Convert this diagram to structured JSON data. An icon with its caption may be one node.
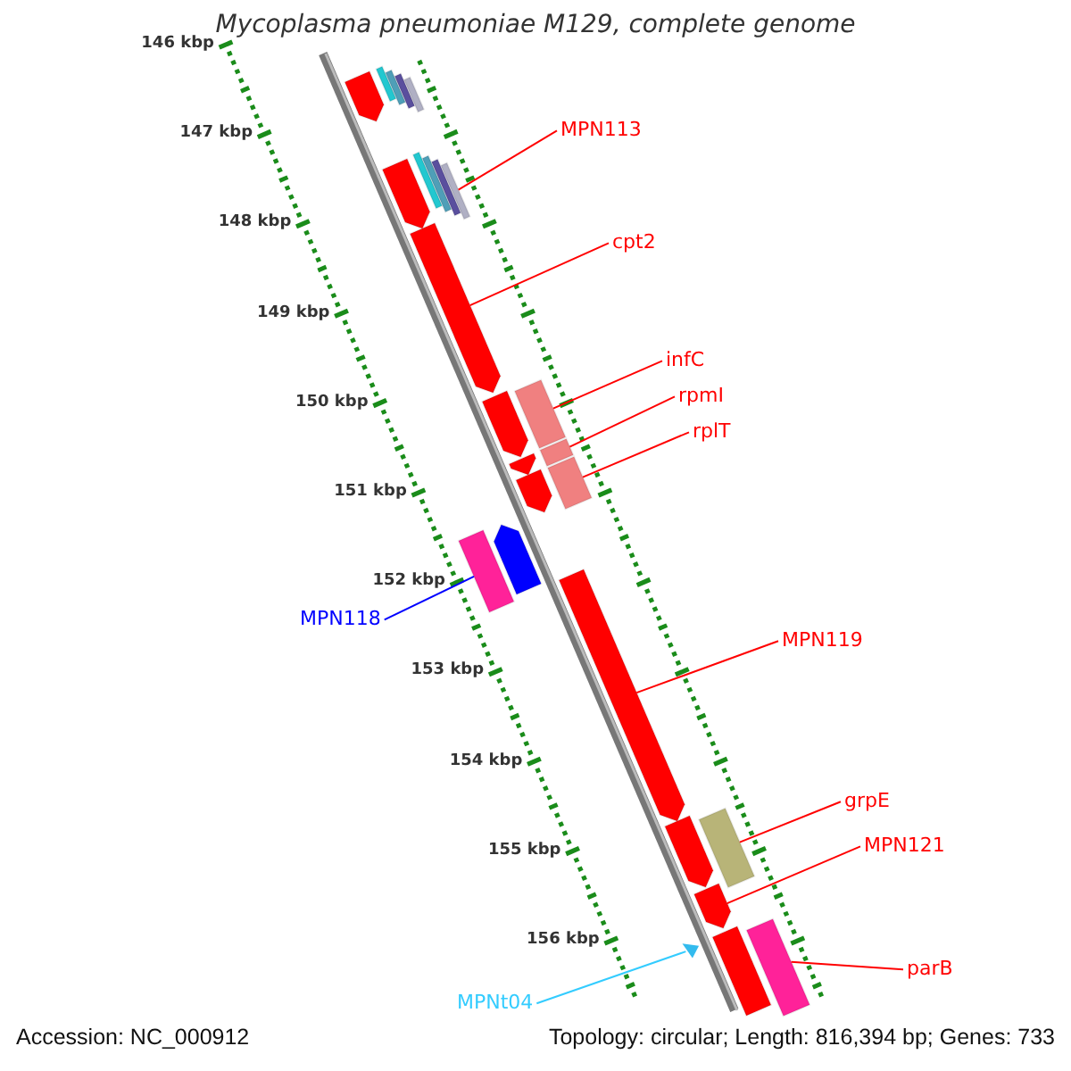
{
  "diagram": {
    "title": "Mycoplasma pneumoniae M129, complete genome",
    "nodes": [
      {
        "text": [
          "MPN113"
        ]
      },
      {
        "text": [],
        "shape": "bar"
      },
      {
        "text": [
          "cpt2"
        ]
      },
      {
        "text": [],
        "shape": "bar"
      },
      {
        "text": [
          "infC"
        ]
      },
      {
        "text": [],
        "shape": "bar"
      },
      {
        "text": [
          "rpmI"
        ]
      },
      {
        "text": [],
        "shape": "bar"
      },
      {
        "text": [
          "rplT"
        ]
      },
      {
        "text": [],
        "shape": "bar"
      },
      {
        "text": [
          "MPN118"
        ]
      },
      {
        "text": [],
        "shape": "bar"
      },
      {
        "text": [
          "MPN119"
        ]
      },
      {
        "text": [],
        "shape": "bar"
      },
      {
        "text": [
          "grpE"
        ]
      },
      {
        "text": [],
        "shape": "bar"
      },
      {
        "text": [
          "MPN121"
        ]
      },
      {
        "text": [],
        "shape": "bar"
      },
      {
        "text": [
          "parB"
        ]
      },
      {
        "text": [],
        "shape": "bar"
      },
      {
        "text": [
          "MPNt04"
        ]
      },
      {
        "text": [],
        "shape": "triangle"
      },
      {
        "text": [],
        "shape": "bar"
      },
      {
        "text": [],
        "shape": "bar"
      },
      {
        "text": [],
        "shape": "bar"
      },
      {
        "text": [],
        "shape": "bar"
      },
      {
        "text": [],
        "shape": "bar"
      },
      {
        "text": [],
        "shape": "bar"
      },
      {
        "text": [],
        "shape": "bar"
      },
      {
        "text": [],
        "shape": "bar"
      },
      {
        "text": [],
        "shape": "bar"
      },
      {
        "text": [],
        "shape": "bar"
      },
      {
        "text": [],
        "shape": "bar"
      },
      {
        "text": [],
        "shape": "bar"
      },
      {
        "text": [],
        "shape": "bar"
      },
      {
        "text": [],
        "shape": "bar"
      },
      {
        "text": [],
        "shape": "bar"
      }
    ],
    "edges": [
      {
        "from": 0,
        "to": 1,
        "arrow": "none"
      },
      {
        "from": 2,
        "to": 3,
        "arrow": "none"
      },
      {
        "from": 4,
        "to": 5,
        "arrow": "none"
      },
      {
        "from": 6,
        "to": 7,
        "arrow": "none"
      },
      {
        "from": 8,
        "to": 9,
        "arrow": "none"
      },
      {
        "from": 10,
        "to": 11,
        "arrow": "none",
        "color": "#0000ff"
      },
      {
        "from": 12,
        "to": 13,
        "arrow": "none"
      },
      {
        "from": 14,
        "to": 15,
        "arrow": "none"
      },
      {
        "from": 16,
        "to": 17,
        "arrow": "none"
      },
      {
        "from": 18,
        "to": 19,
        "arrow": "none"
      },
      {
        "from": 20,
        "to": 21,
        "arrow": "none",
        "color": "#33ccff"
      }
    ],
    "labels": [
      "146 kbp",
      "147 kbp",
      "148 kbp",
      "149 kbp",
      "150 kbp",
      "151 kbp",
      "152 kbp",
      "153 kbp",
      "154 kbp",
      "155 kbp",
      "156 kbp",
      "Accession: NC_000912",
      "Topology: circular; Length: 816,394 bp; Genes: 733"
    ]
  }
}
